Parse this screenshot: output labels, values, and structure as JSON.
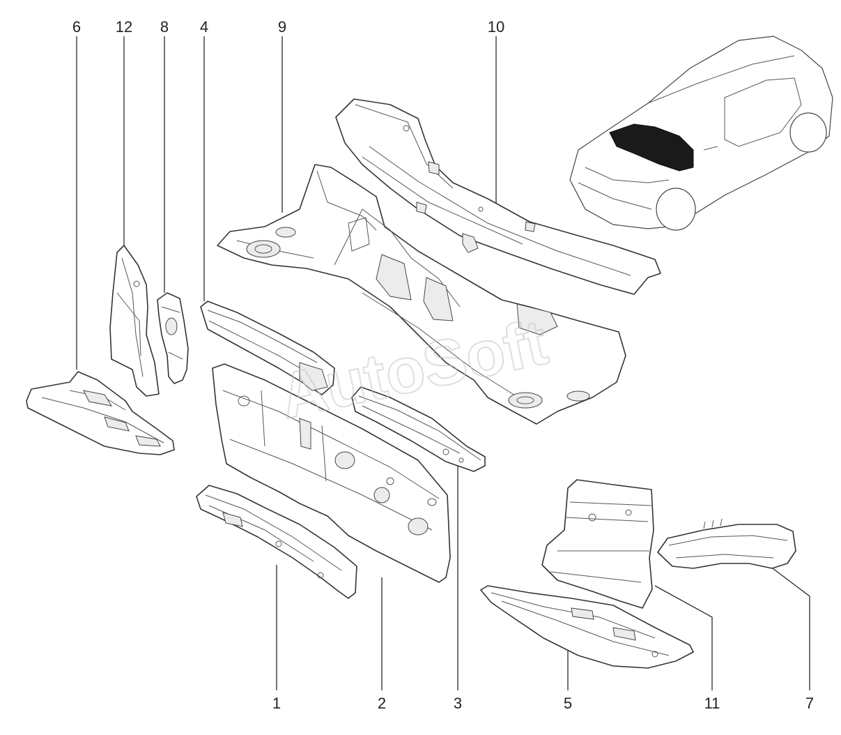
{
  "watermark": "AutoSoft",
  "callouts": [
    "1",
    "2",
    "3",
    "4",
    "5",
    "6",
    "7",
    "8",
    "9",
    "10",
    "11",
    "12"
  ],
  "colors": {
    "line": "#333333",
    "background": "#ffffff",
    "highlight": "#1a1a1a"
  }
}
